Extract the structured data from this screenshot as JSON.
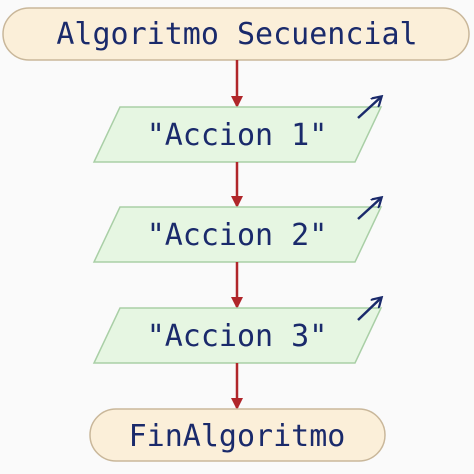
{
  "diagram": {
    "start_label": "Algoritmo Secuencial",
    "actions": [
      "\"Accion 1\"",
      "\"Accion 2\"",
      "\"Accion 3\""
    ],
    "end_label": "FinAlgoritmo",
    "colors": {
      "terminal_fill": "#fbefd9",
      "terminal_stroke": "#c9b79a",
      "action_fill": "#e6f6e2",
      "action_stroke": "#a9cfa6",
      "text": "#1a2a6b",
      "flow_arrow": "#b0262a",
      "output_arrow": "#1a2a6b",
      "background": "#fafafa"
    }
  }
}
